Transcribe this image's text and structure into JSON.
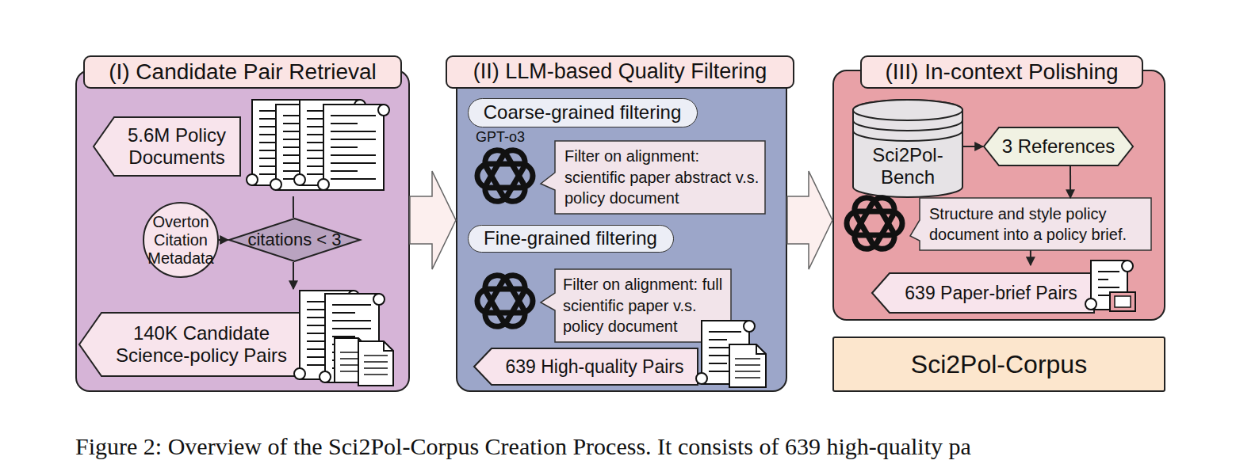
{
  "diagram": {
    "caption": "Figure 2: Overview of the Sci2Pol-Corpus Creation Process. It consists of 639 high-quality pa",
    "nodes": [
      {
        "text": [
          "(I) Candidate Pair Retrieval"
        ]
      },
      {
        "text": [
          "5.6M Policy Documents"
        ],
        "in": 0
      },
      {
        "text": [
          "Overton Citation Metadata"
        ],
        "in": 0
      },
      {
        "text": [
          "citations < 3"
        ],
        "in": 0
      },
      {
        "text": [
          "140K Candidate Science-policy Pairs"
        ],
        "in": 0
      },
      {
        "text": [
          "(II) LLM-based Quality Filtering"
        ]
      },
      {
        "text": [
          "Coarse-grained filtering"
        ],
        "in": 5
      },
      {
        "text": [
          "Filter on alignment: scientific paper abstract v.s. policy document"
        ],
        "in": 5
      },
      {
        "text": [
          "Fine-grained filtering"
        ],
        "in": 5
      },
      {
        "text": [
          "Filter on alignment: full scientific paper v.s. policy document"
        ],
        "in": 5
      },
      {
        "text": [
          "639 High-quality Pairs"
        ],
        "in": 5
      },
      {
        "text": [
          "(III) In-context Polishing"
        ]
      },
      {
        "text": [
          "Sci2Pol-Bench"
        ],
        "in": 11
      },
      {
        "text": [
          "3 References"
        ],
        "in": 11
      },
      {
        "text": [
          "Structure and style policy document into a policy brief."
        ],
        "in": 11
      },
      {
        "text": [
          "639 Paper-brief Pairs"
        ],
        "in": 11
      },
      {
        "text": [
          "Sci2Pol-Corpus"
        ]
      }
    ],
    "edges": [
      {
        "from": 2,
        "to": 3,
        "arrow": "to"
      },
      {
        "from": 1,
        "to": 3,
        "arrow": "none"
      },
      {
        "from": 3,
        "to": 4,
        "arrow": "to"
      },
      {
        "from": 0,
        "to": 5,
        "arrow": "to"
      },
      {
        "from": 5,
        "to": 11,
        "arrow": "to"
      },
      {
        "from": 12,
        "to": 13,
        "arrow": "to"
      },
      {
        "from": 13,
        "to": 14,
        "arrow": "to"
      },
      {
        "from": 14,
        "to": 15,
        "arrow": "to"
      }
    ],
    "labels": [
      "GPT-o3"
    ]
  }
}
